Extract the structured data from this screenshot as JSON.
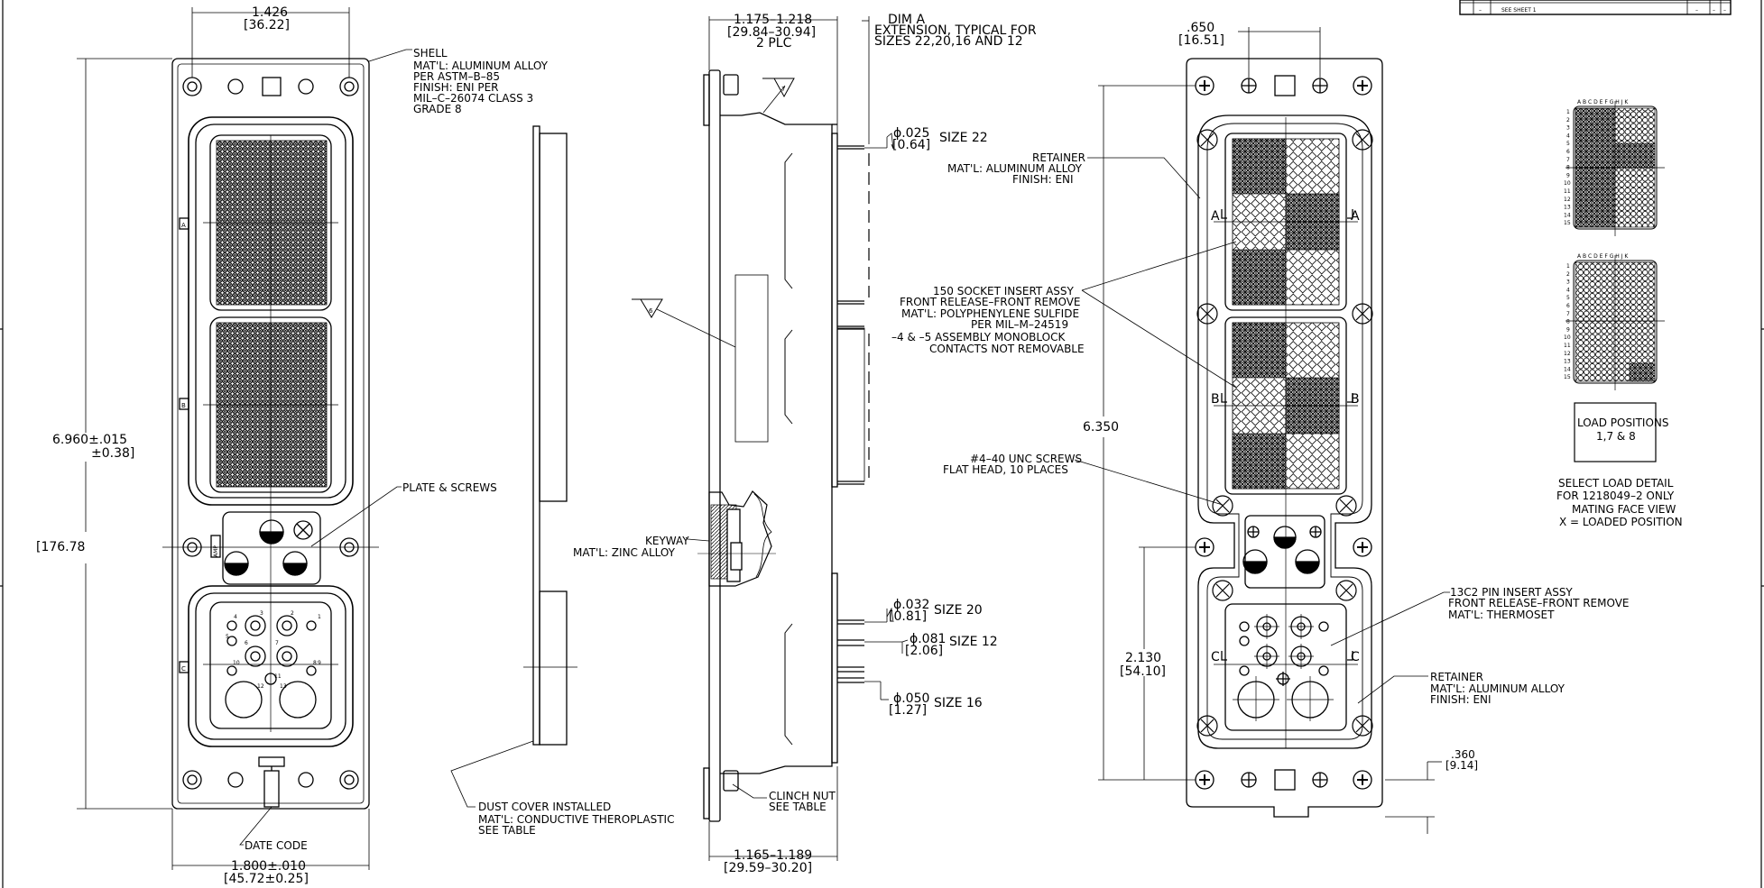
{
  "title_block": {
    "row_dash": "–",
    "row_text": "SEE SHEET 1",
    "cell_dash_a": "–",
    "cell_dash_b": "–",
    "cell_dash_c": "–"
  },
  "left_view": {
    "width_dim": "1.426",
    "width_dim_mm": "[36.22]",
    "shell_note": [
      "SHELL",
      "MAT'L: ALUMINUM ALLOY",
      "PER ASTM–B–85",
      "FINISH: ENI PER",
      "MIL–C–26074 CLASS 3",
      "GRADE 8"
    ],
    "height_dim": "6.960±.015",
    "height_tol_mm": "±0.38]",
    "height_mm": "[176.78",
    "plate_screws": "PLATE & SCREWS",
    "date_code": "DATE CODE",
    "bottom_dim": "1.800±.010",
    "bottom_dim_mm": "[45.72±0.25]",
    "zone_a": "A",
    "zone_b": "B",
    "zone_c": "C",
    "amp_label": "AMP",
    "contact_numbers": [
      "1",
      "2",
      "3",
      "4",
      "5",
      "6",
      "7",
      "8",
      "9",
      "10",
      "11",
      "12",
      "13"
    ]
  },
  "middle_view": {
    "dust_cover": [
      "DUST COVER INSTALLED",
      "MAT'L: CONDUCTIVE THEROPLASTIC",
      "SEE TABLE"
    ]
  },
  "side_view": {
    "top_dim": "1.175–1.218",
    "top_dim_mm": "[29.84–30.94]",
    "top_dim_plc": "2 PLC",
    "dim_a": [
      "DIM A",
      "EXTENSION, TYPICAL FOR",
      "SIZES 22,20,16 AND 12"
    ],
    "flag_7": "7",
    "flag_6": "6",
    "size22_dia": "ϕ.025",
    "size22_mm": "[0.64]",
    "size22": "SIZE 22",
    "keyway": [
      "KEYWAY",
      "MAT'L: ZINC ALLOY"
    ],
    "size20_dia": "ϕ.032",
    "size20_mm": "[0.81]",
    "size20": "SIZE 20",
    "size12_dia": "ϕ.081",
    "size12_mm": "[2.06]",
    "size12": "SIZE 12",
    "size16_dia": "ϕ.050",
    "size16_mm": "[1.27]",
    "size16": "SIZE 16",
    "clinch_nut": [
      "CLINCH NUT",
      "SEE TABLE"
    ],
    "bottom_dim": "1.165–1.189",
    "bottom_dim_mm": "[29.59–30.20]"
  },
  "face_view": {
    "top_dim": ".650",
    "top_dim_mm": "[16.51]",
    "retainer_top": [
      "RETAINER",
      "MAT'L: ALUMINUM ALLOY",
      "FINISH: ENI"
    ],
    "socket_insert": [
      "150 SOCKET INSERT ASSY",
      "FRONT RELEASE–FRONT REMOVE",
      "MAT'L: POLYPHENYLENE SULFIDE",
      "PER MIL–M–24519",
      "–4 & –5 ASSEMBLY MONOBLOCK",
      "CONTACTS NOT REMOVABLE"
    ],
    "screws": [
      "#4–40 UNC SCREWS",
      "FLAT HEAD, 10 PLACES"
    ],
    "height_dim": "6.350",
    "dim_2130": "2.130",
    "dim_2130_mm": "[54.10]",
    "pin_insert": [
      "13C2 PIN INSERT ASSY",
      "FRONT RELEASE–FRONT REMOVE",
      "MAT'L: THERMOSET"
    ],
    "retainer_bottom": [
      "RETAINER",
      "MAT'L: ALUMINUM ALLOY",
      "FINISH: ENI"
    ],
    "dim_360": ".360",
    "dim_360_mm": "[9.14]",
    "section_a": "A",
    "section_b": "B",
    "section_c": "C"
  },
  "detail": {
    "columns": "A B C D E F G H J K",
    "rows": [
      "1",
      "2",
      "3",
      "4",
      "5",
      "6",
      "7",
      "8",
      "9",
      "10",
      "11",
      "12",
      "13",
      "14",
      "15"
    ],
    "load_positions": "LOAD POSITIONS",
    "load_positions_2": "1,7 & 8",
    "note": [
      "SELECT LOAD DETAIL",
      "FOR 1218049–2 ONLY",
      "MATING FACE VIEW",
      "X = LOADED POSITION"
    ]
  }
}
